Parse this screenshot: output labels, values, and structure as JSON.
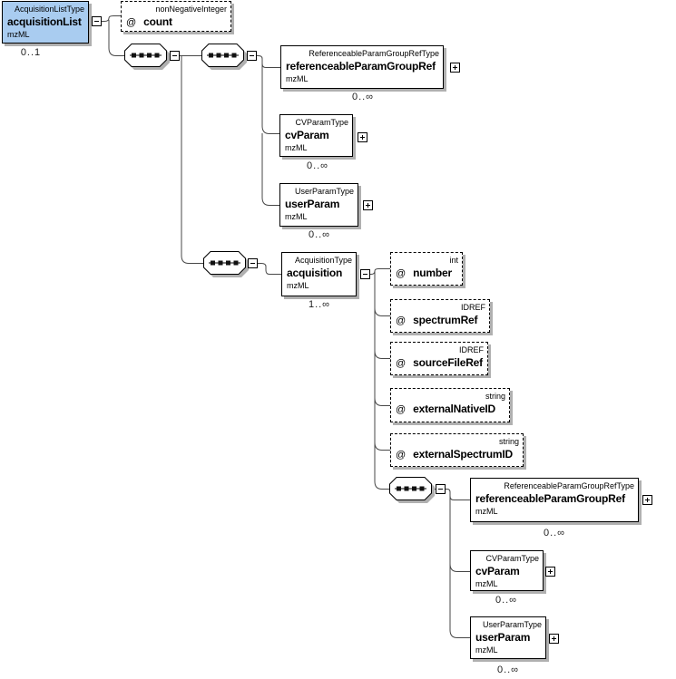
{
  "colors": {
    "selected_element_fill": "#a9ccf0",
    "box_fill": "#ffffff",
    "box_border": "#000000",
    "shadow": "#b0b0b0",
    "connector_line": "#474747"
  },
  "nodes": {
    "acquisitionList": {
      "type": "AcquisitionListType",
      "name": "acquisitionList",
      "namespace": "mzML",
      "cardinality": "0..1"
    },
    "count": {
      "type": "nonNegativeInteger",
      "prefix": "@",
      "name": "count"
    },
    "refParamGroupRef1": {
      "type": "ReferenceableParamGroupRefType",
      "name": "referenceableParamGroupRef",
      "namespace": "mzML",
      "cardinality": "0..∞"
    },
    "cvParam1": {
      "type": "CVParamType",
      "name": "cvParam",
      "namespace": "mzML",
      "cardinality": "0..∞"
    },
    "userParam1": {
      "type": "UserParamType",
      "name": "userParam",
      "namespace": "mzML",
      "cardinality": "0..∞"
    },
    "acquisition": {
      "type": "AcquisitionType",
      "name": "acquisition",
      "namespace": "mzML",
      "cardinality": "1..∞"
    },
    "number": {
      "type": "int",
      "prefix": "@",
      "name": "number"
    },
    "spectrumRef": {
      "type": "IDREF",
      "prefix": "@",
      "name": "spectrumRef"
    },
    "sourceFileRef": {
      "type": "IDREF",
      "prefix": "@",
      "name": "sourceFileRef"
    },
    "externalNativeID": {
      "type": "string",
      "prefix": "@",
      "name": "externalNativeID"
    },
    "externalSpectrumID": {
      "type": "string",
      "prefix": "@",
      "name": "externalSpectrumID"
    },
    "refParamGroupRef2": {
      "type": "ReferenceableParamGroupRefType",
      "name": "referenceableParamGroupRef",
      "namespace": "mzML",
      "cardinality": "0..∞"
    },
    "cvParam2": {
      "type": "CVParamType",
      "name": "cvParam",
      "namespace": "mzML",
      "cardinality": "0..∞"
    },
    "userParam2": {
      "type": "UserParamType",
      "name": "userParam",
      "namespace": "mzML",
      "cardinality": "0..∞"
    }
  }
}
